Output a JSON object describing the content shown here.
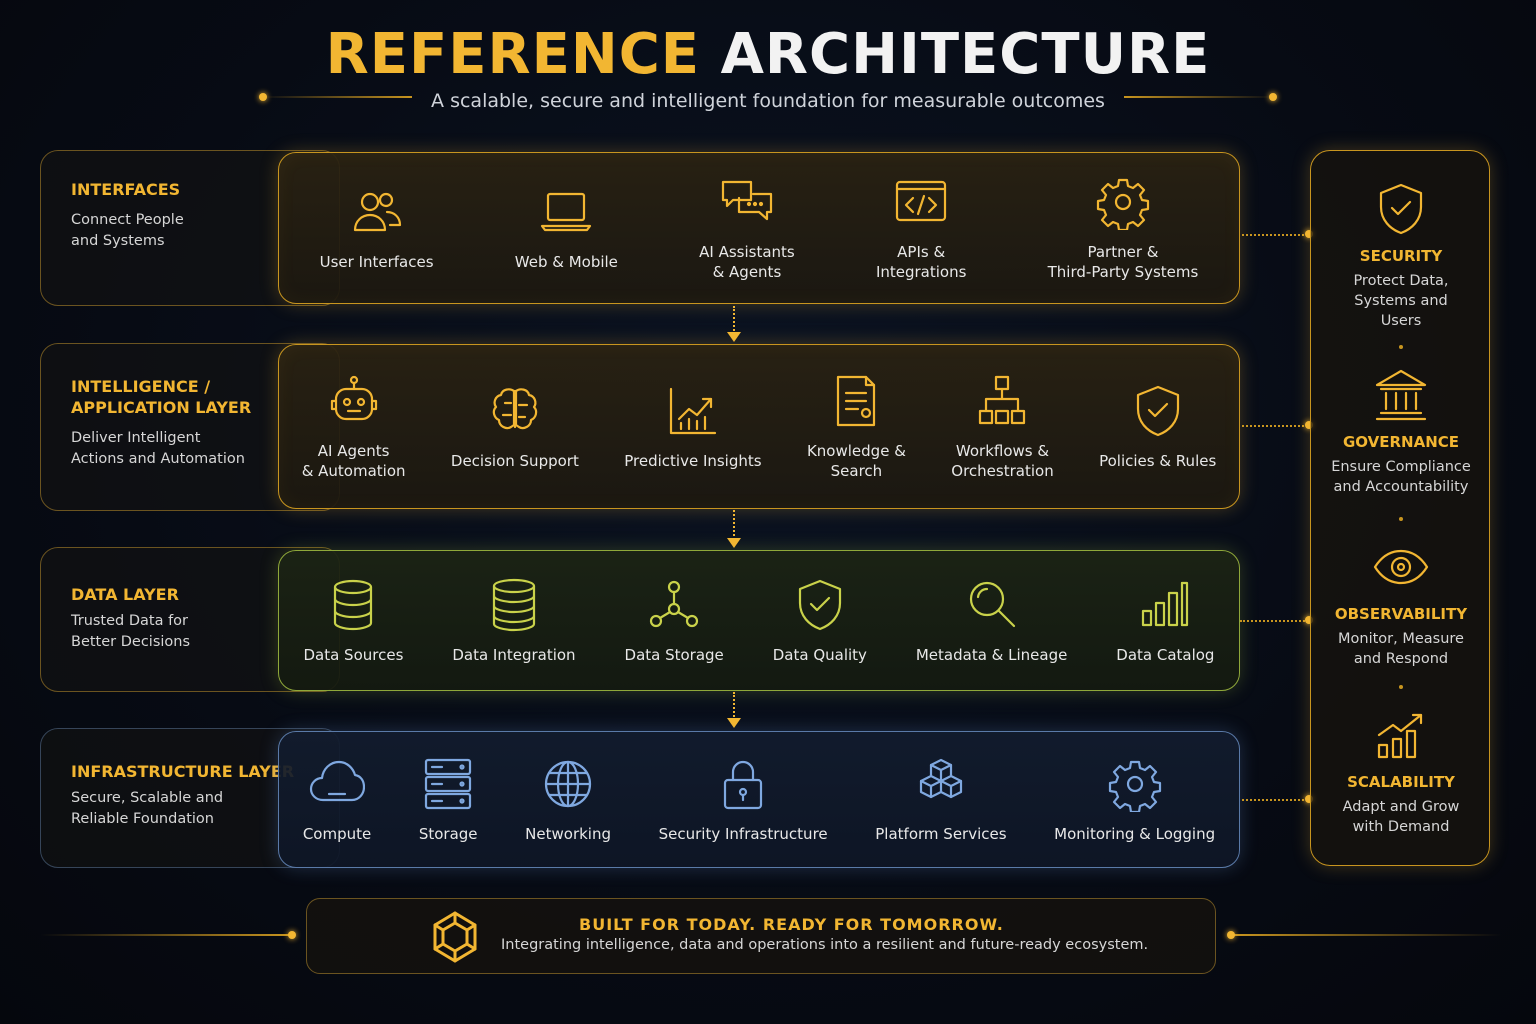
{
  "header": {
    "title_accent": "REFERENCE",
    "title_rest": "ARCHITECTURE",
    "subtitle": "A scalable, secure and intelligent foundation for measurable outcomes"
  },
  "layers": [
    {
      "title": "INTERFACES",
      "desc": "Connect People\nand Systems",
      "items": [
        {
          "label": "User Interfaces",
          "icon": "users-icon"
        },
        {
          "label": "Web & Mobile",
          "icon": "laptop-icon"
        },
        {
          "label": "AI Assistants\n& Agents",
          "icon": "chat-bubbles-icon"
        },
        {
          "label": "APIs &\nIntegrations",
          "icon": "code-icon"
        },
        {
          "label": "Partner &\nThird-Party Systems",
          "icon": "gear-icon"
        }
      ]
    },
    {
      "title": "INTELLIGENCE /\nAPPLICATION LAYER",
      "desc": "Deliver Intelligent\nActions and Automation",
      "items": [
        {
          "label": "AI Agents\n& Automation",
          "icon": "robot-icon"
        },
        {
          "label": "Decision Support",
          "icon": "brain-icon"
        },
        {
          "label": "Predictive Insights",
          "icon": "chart-up-icon"
        },
        {
          "label": "Knowledge &\nSearch",
          "icon": "document-icon"
        },
        {
          "label": "Workflows &\nOrchestration",
          "icon": "hierarchy-icon"
        },
        {
          "label": "Policies & Rules",
          "icon": "shield-check-icon"
        }
      ]
    },
    {
      "title": "DATA LAYER",
      "desc": "Trusted Data for\nBetter Decisions",
      "items": [
        {
          "label": "Data Sources",
          "icon": "database-icon"
        },
        {
          "label": "Data Integration",
          "icon": "database-stack-icon"
        },
        {
          "label": "Data Storage",
          "icon": "nodes-icon"
        },
        {
          "label": "Data Quality",
          "icon": "shield-check-icon"
        },
        {
          "label": "Metadata & Lineage",
          "icon": "magnifier-icon"
        },
        {
          "label": "Data Catalog",
          "icon": "bar-chart-icon"
        }
      ]
    },
    {
      "title": "INFRASTRUCTURE LAYER",
      "desc": "Secure, Scalable and\nReliable Foundation",
      "items": [
        {
          "label": "Compute",
          "icon": "cloud-icon"
        },
        {
          "label": "Storage",
          "icon": "server-icon"
        },
        {
          "label": "Networking",
          "icon": "globe-icon"
        },
        {
          "label": "Security Infrastructure",
          "icon": "lock-icon"
        },
        {
          "label": "Platform Services",
          "icon": "cubes-icon"
        },
        {
          "label": "Monitoring & Logging",
          "icon": "gear-icon"
        }
      ]
    }
  ],
  "pillars": [
    {
      "title": "SECURITY",
      "desc": "Protect Data,\nSystems and\nUsers",
      "icon": "shield-check-icon"
    },
    {
      "title": "GOVERNANCE",
      "desc": "Ensure Compliance\nand Accountability",
      "icon": "bank-icon"
    },
    {
      "title": "OBSERVABILITY",
      "desc": "Monitor, Measure\nand Respond",
      "icon": "eye-icon"
    },
    {
      "title": "SCALABILITY",
      "desc": "Adapt and Grow\nwith Demand",
      "icon": "growth-chart-icon"
    }
  ],
  "footer": {
    "title": "BUILT FOR TODAY. READY FOR TOMORROW.",
    "desc": "Integrating intelligence, data and operations into a resilient and future-ready ecosystem.",
    "icon": "hexagon-logo-icon"
  },
  "colors": {
    "accent": "#f2b632",
    "data_layer": "#c9d24a",
    "infra_layer": "#7fa8e0",
    "background": "#070b14"
  }
}
